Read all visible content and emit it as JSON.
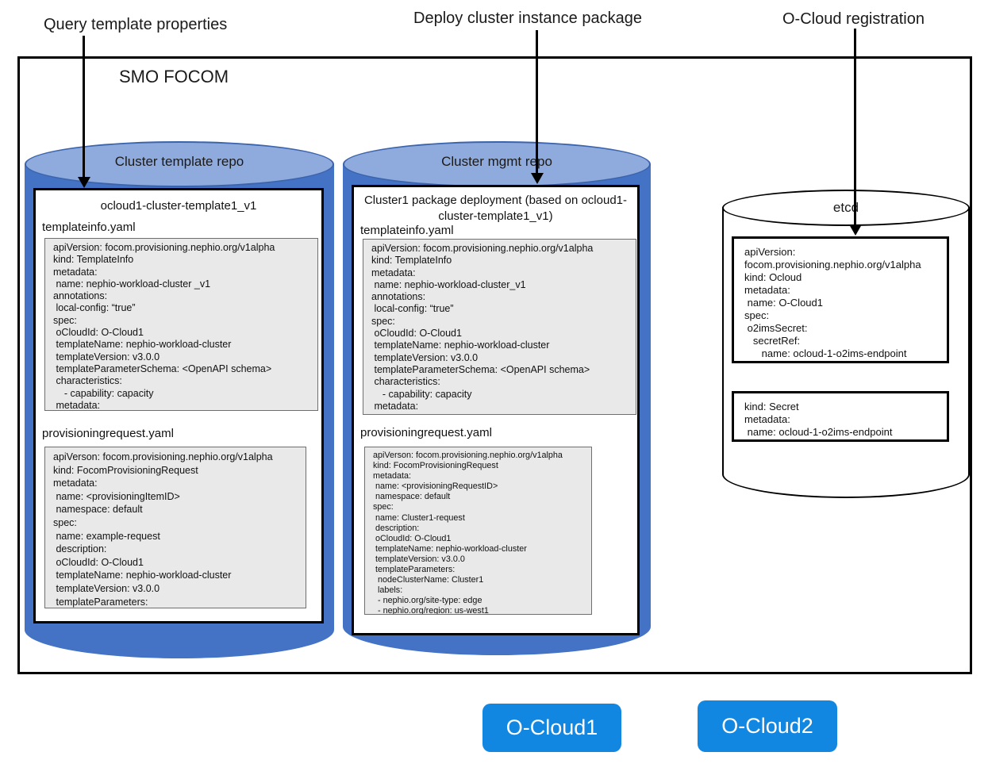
{
  "colors": {
    "cylinder_body": "#4472C4",
    "cylinder_top": "#8FAADC",
    "cylinder_edge": "#3B64AC",
    "yaml_bg": "#E9E9E9",
    "yaml_border": "#6f6f6f",
    "cloud_button": "#1287E2"
  },
  "annotations": {
    "query": "Query template properties",
    "deploy": "Deploy cluster instance package",
    "registration": "O-Cloud registration"
  },
  "smo": {
    "title": "SMO FOCOM"
  },
  "template_repo": {
    "name": "Cluster template repo",
    "package": {
      "title": "ocloud1-cluster-template1_v1",
      "files": [
        {
          "name": "templateinfo.yaml",
          "content": "apiVersion: focom.provisioning.nephio.org/v1alpha\nkind: TemplateInfo\nmetadata:\n name: nephio-workload-cluster _v1\nannotations:\n local-config: “true”\nspec:\n oCloudId: O-Cloud1\n templateName: nephio-workload-cluster\n templateVersion: v3.0.0\n templateParameterSchema: <OpenAPI schema>\n characteristics:\n    - capability: capacity\n metadata:"
        },
        {
          "name": "provisioningrequest.yaml",
          "content": "apiVerson: focom.provisioning.nephio.org/v1alpha\nkind: FocomProvisioningRequest\nmetadata:\n name: <provisioningItemID>\n namespace: default\nspec:\n name: example-request\n description:\n oCloudId: O-Cloud1\n templateName: nephio-workload-cluster\n templateVersion: v3.0.0\n templateParameters:"
        }
      ]
    }
  },
  "mgmt_repo": {
    "name": "Cluster mgmt repo",
    "package": {
      "title": "Cluster1 package deployment (based on ocloud1-cluster-template1_v1)",
      "files": [
        {
          "name": "templateinfo.yaml",
          "content": "apiVersion: focom.provisioning.nephio.org/v1alpha\nkind: TemplateInfo\nmetadata:\n name: nephio-workload-cluster_v1\nannotations:\n local-config: “true”\nspec:\n oCloudId: O-Cloud1\n templateName: nephio-workload-cluster\n templateVersion: v3.0.0\n templateParameterSchema: <OpenAPI schema>\n characteristics:\n    - capability: capacity\n metadata:"
        },
        {
          "name": "provisioningrequest.yaml",
          "content": "apiVerson: focom.provisioning.nephio.org/v1alpha\nkind: FocomProvisioningRequest\nmetadata:\n name: <provisioningRequestID>\n namespace: default\nspec:\n name: Cluster1-request\n description:\n oCloudId: O-Cloud1\n templateName: nephio-workload-cluster\n templateVersion: v3.0.0\n templateParameters:\n  nodeClusterName: Cluster1\n  labels:\n  - nephio.org/site-type: edge\n  - nephio.org/region: us-west1"
        }
      ]
    }
  },
  "etcd": {
    "name": "etcd",
    "records": [
      {
        "content": "apiVersion:\nfocom.provisioning.nephio.org/v1alpha\nkind: Ocloud\nmetadata:\n name: O-Cloud1\nspec:\n o2imsSecret:\n   secretRef:\n      name: ocloud-1-o2ims-endpoint"
      },
      {
        "content": "kind: Secret\nmetadata:\n name: ocloud-1-o2ims-endpoint"
      }
    ]
  },
  "clouds": [
    {
      "label": "O-Cloud1"
    },
    {
      "label": "O-Cloud2"
    }
  ]
}
